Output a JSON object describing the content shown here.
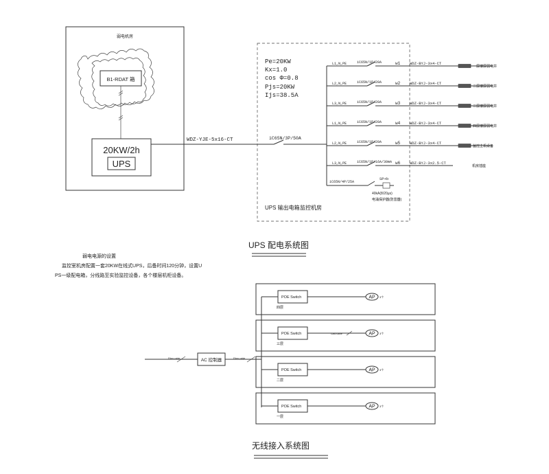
{
  "ups_diagram": {
    "room_label": "弱电机房",
    "rack_label": "B1-RDAT 箱",
    "ups_rating": "20KW/2h",
    "ups_label": "UPS",
    "feeder_cable": "WDZ-YJE-5x16-CT",
    "main_breaker": "iC65N/3P/50A",
    "panel_params": [
      "Pe=20KW",
      "Kx=1.0",
      "cos Φ=0.8",
      "Pjs=20KW",
      "Ijs=38.5A"
    ],
    "circuits": [
      {
        "phase": "L1,N,PE",
        "breaker": "iC65N/1P/20A",
        "id": "w1",
        "cable": "WDZ-BYJ-3x4-CT",
        "load": "一层楼层弱电井"
      },
      {
        "phase": "L2,N,PE",
        "breaker": "iC65N/1P/20A",
        "id": "w2",
        "cable": "WDZ-BYJ-3x4-CT",
        "load": "二层楼层弱电井"
      },
      {
        "phase": "L3,N,PE",
        "breaker": "iC65N/1P/20A",
        "id": "w3",
        "cable": "WDZ-BYJ-3x4-CT",
        "load": "三层楼层弱电井"
      },
      {
        "phase": "L1,N,PE",
        "breaker": "iC65N/1P/20A",
        "id": "w4",
        "cable": "WDZ-BYJ-3x4-CT",
        "load": "四层楼层弱电井"
      },
      {
        "phase": "L2,N,PE",
        "breaker": "iC65N/1P/20A",
        "id": "w5",
        "cable": "WDZ-BYJ-3x4-CT",
        "load": "监控主机设备"
      },
      {
        "phase": "L3,N,PE",
        "breaker": "iC65N/1P/16A/30mA",
        "id": "w6",
        "cable": "WDZ-BYJ-3x2.5-CT",
        "load": "机房插座"
      }
    ],
    "spd_breaker": "iC65N/4P/25A",
    "spd_code": "SP+b",
    "spd_rating": "40kA(8/20μs)",
    "spd_note": "电涌保护器(防雷器)",
    "panel_label": "UPS 输出电箱",
    "panel_location": "监控机房",
    "title": "UPS 配电系统图"
  },
  "notes": {
    "heading": "弱电电源的设置",
    "line1": "监控室机房配置一套20KW在线式UPS，后备时间120分钟，设置U",
    "line2": "PS一级配电箱，分线路至实验监控设备，各个楼层机柜设备。"
  },
  "wireless_diagram": {
    "controller_label": "AC 控制器",
    "left_link_label": "Fiber cable",
    "mid_link_label": "Fiber cable",
    "floors": [
      {
        "floor": "四层",
        "switch": "POE Switch",
        "ap": "AP",
        "ap_count": "3个"
      },
      {
        "floor": "三层",
        "switch": "POE Switch",
        "ap": "AP",
        "ap_count": "3个",
        "link_label": "Cat6 cable"
      },
      {
        "floor": "二层",
        "switch": "POE Switch",
        "ap": "AP",
        "ap_count": "3个"
      },
      {
        "floor": "一层",
        "switch": "POE Switch",
        "ap": "AP",
        "ap_count": "3个"
      }
    ],
    "title": "无线接入系统图"
  }
}
